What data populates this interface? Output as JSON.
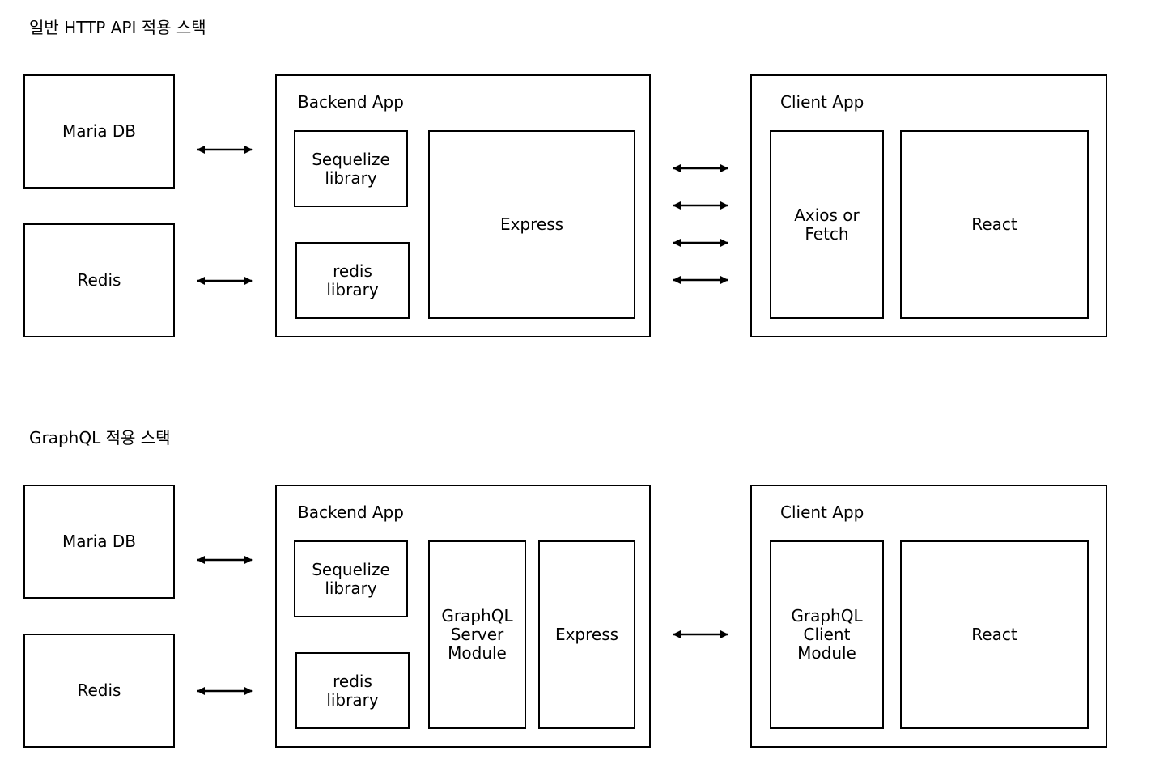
{
  "http_stack": {
    "title": "일반 HTTP API 적용 스택",
    "maria_db": "Maria DB",
    "redis": "Redis",
    "backend": {
      "title": "Backend App",
      "sequelize": "Sequelize\nlibrary",
      "redis_library": "redis\nlibrary",
      "express": "Express"
    },
    "client": {
      "title": "Client App",
      "axios_fetch": "Axios or\nFetch",
      "react": "React"
    }
  },
  "graphql_stack": {
    "title": "GraphQL 적용 스택",
    "maria_db": "Maria DB",
    "redis": "Redis",
    "backend": {
      "title": "Backend App",
      "sequelize": "Sequelize\nlibrary",
      "redis_library": "redis\nlibrary",
      "graphql_server": "GraphQL\nServer\nModule",
      "express": "Express"
    },
    "client": {
      "title": "Client App",
      "graphql_client": "GraphQL\nClient\nModule",
      "react": "React"
    }
  }
}
